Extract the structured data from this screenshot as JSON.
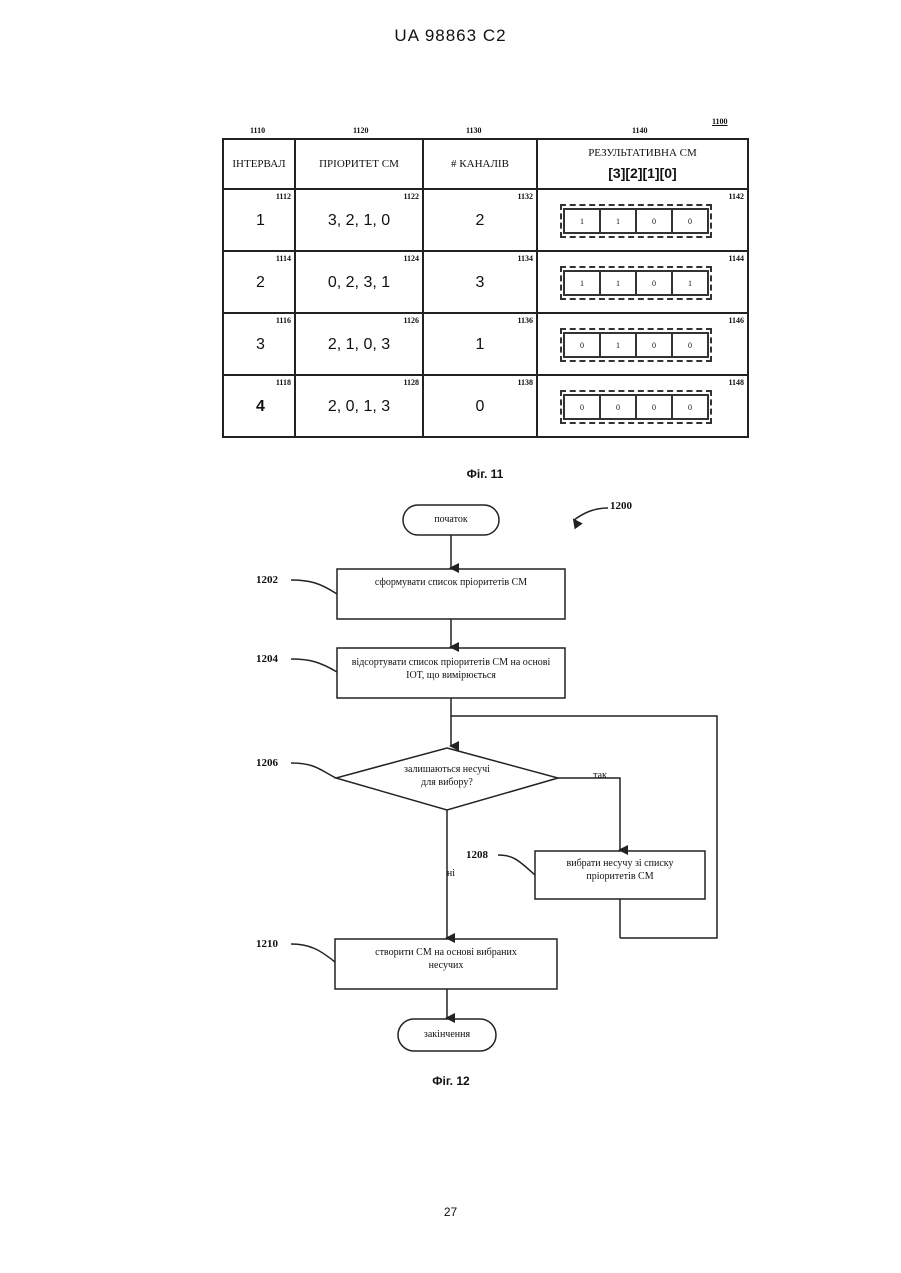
{
  "header": "UA   98863   C2",
  "fig11": {
    "ref": "1100",
    "col_refs": [
      "1110",
      "1120",
      "1130",
      "1140"
    ],
    "columns": [
      "ІНТЕРВАЛ",
      "ПРІОРИТЕТ СМ",
      "# КАНАЛІВ",
      "РЕЗУЛЬТАТИВНА СМ"
    ],
    "result_subheader": "[3][2][1][0]",
    "rows": [
      {
        "refs": [
          "1112",
          "1122",
          "1132",
          "1142"
        ],
        "interval": "1",
        "priority": "3, 2, 1, 0",
        "channels": "2",
        "bits": [
          "1",
          "1",
          "0",
          "0"
        ]
      },
      {
        "refs": [
          "1114",
          "1124",
          "1134",
          "1144"
        ],
        "interval": "2",
        "priority": "0, 2, 3, 1",
        "channels": "3",
        "bits": [
          "1",
          "1",
          "0",
          "1"
        ]
      },
      {
        "refs": [
          "1116",
          "1126",
          "1136",
          "1146"
        ],
        "interval": "3",
        "priority": "2, 1, 0, 3",
        "channels": "1",
        "bits": [
          "0",
          "1",
          "0",
          "0"
        ]
      },
      {
        "refs": [
          "1118",
          "1128",
          "1138",
          "1148"
        ],
        "interval": "4",
        "priority": "2, 0, 1, 3",
        "channels": "0",
        "bits": [
          "0",
          "0",
          "0",
          "0"
        ]
      }
    ],
    "caption": "Фіг. 11"
  },
  "fig12": {
    "ref": "1200",
    "start": "початок",
    "end": "закінчення",
    "steps": [
      {
        "ref": "1202",
        "text": "сформувати список пріоритетів СМ"
      },
      {
        "ref": "1204",
        "text": "відсортувати список пріоритетів СМ на основі ІОТ, що вимірюється"
      },
      {
        "ref": "1206",
        "text": "залишаються несучі для вибору?"
      },
      {
        "ref": "1208",
        "text": "вибрати несучу зі списку пріоритетів СМ"
      },
      {
        "ref": "1210",
        "text": "створити СМ на основі вибраних несучих"
      }
    ],
    "yes_label": "так",
    "no_label": "ні",
    "caption": "Фіг. 12"
  },
  "page_number": "27"
}
